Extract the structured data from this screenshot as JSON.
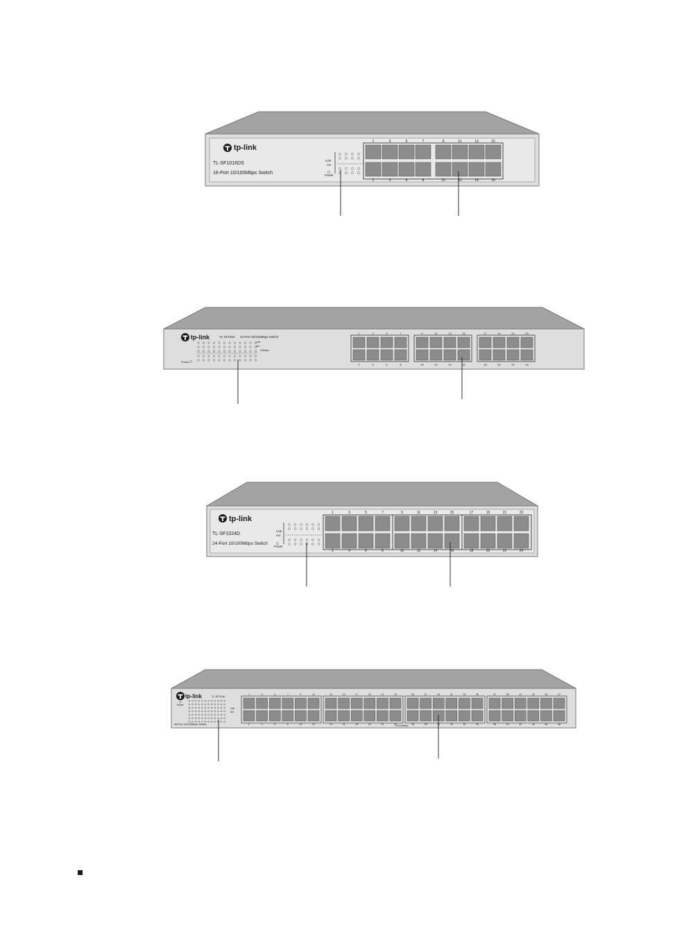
{
  "colors": {
    "top": "#a3a3a3",
    "front": "#dedede",
    "panel": "#e9e9e9",
    "port": "#8c8c8c",
    "ink": "#1a1a1a",
    "leader": "#1a1a1a"
  },
  "switches": [
    {
      "brand": "tp-link",
      "model": "TL-SF1016DS",
      "description": "16-Port 10/100Mbps Switch",
      "led_labels": [
        "Link",
        "Act",
        "Power"
      ],
      "top_port_numbers": [
        "1",
        "3",
        "5",
        "7",
        "9",
        "11",
        "13",
        "15"
      ],
      "bottom_port_numbers": [
        "2",
        "4",
        "6",
        "8",
        "10",
        "12",
        "14",
        "16"
      ]
    },
    {
      "brand": "tp-link",
      "model": "TL-SF1024",
      "description": "24-Port 10/100Mbps Switch",
      "led_labels": [
        "Link",
        "Act",
        "10Mbps",
        "Power"
      ],
      "top_port_numbers": [
        "1",
        "3",
        "5",
        "7",
        "9",
        "11",
        "13",
        "15",
        "17",
        "19",
        "21",
        "23"
      ],
      "bottom_port_numbers": [
        "2",
        "4",
        "6",
        "8",
        "10",
        "12",
        "14",
        "16",
        "18",
        "20",
        "22",
        "24"
      ]
    },
    {
      "brand": "tp-link",
      "model": "TL-SF1024D",
      "description": "24-Port 10/100Mbps Switch",
      "led_labels": [
        "Link",
        "Act",
        "Power"
      ],
      "top_port_numbers": [
        "1",
        "3",
        "5",
        "7",
        "9",
        "11",
        "13",
        "15",
        "17",
        "19",
        "21",
        "23"
      ],
      "bottom_port_numbers": [
        "2",
        "4",
        "6",
        "8",
        "10",
        "12",
        "14",
        "16",
        "18",
        "20",
        "22",
        "24"
      ]
    },
    {
      "brand": "tp-link",
      "model": "TL-SF1048",
      "description": "48-Port 10/100Mbps Switch",
      "led_labels": [
        "Link",
        "Act",
        "Power"
      ],
      "speed_label": "10/100Mbps",
      "top_port_numbers": [
        "1",
        "3",
        "5",
        "7",
        "9",
        "11",
        "13",
        "15",
        "17",
        "19",
        "21",
        "23",
        "25",
        "27",
        "29",
        "31",
        "33",
        "35",
        "37",
        "39",
        "41",
        "43",
        "45",
        "47"
      ],
      "bottom_port_numbers": [
        "2",
        "4",
        "6",
        "8",
        "10",
        "12",
        "14",
        "16",
        "18",
        "20",
        "22",
        "24",
        "26",
        "28",
        "30",
        "32",
        "34",
        "36",
        "38",
        "40",
        "42",
        "44",
        "46",
        "48"
      ]
    }
  ]
}
